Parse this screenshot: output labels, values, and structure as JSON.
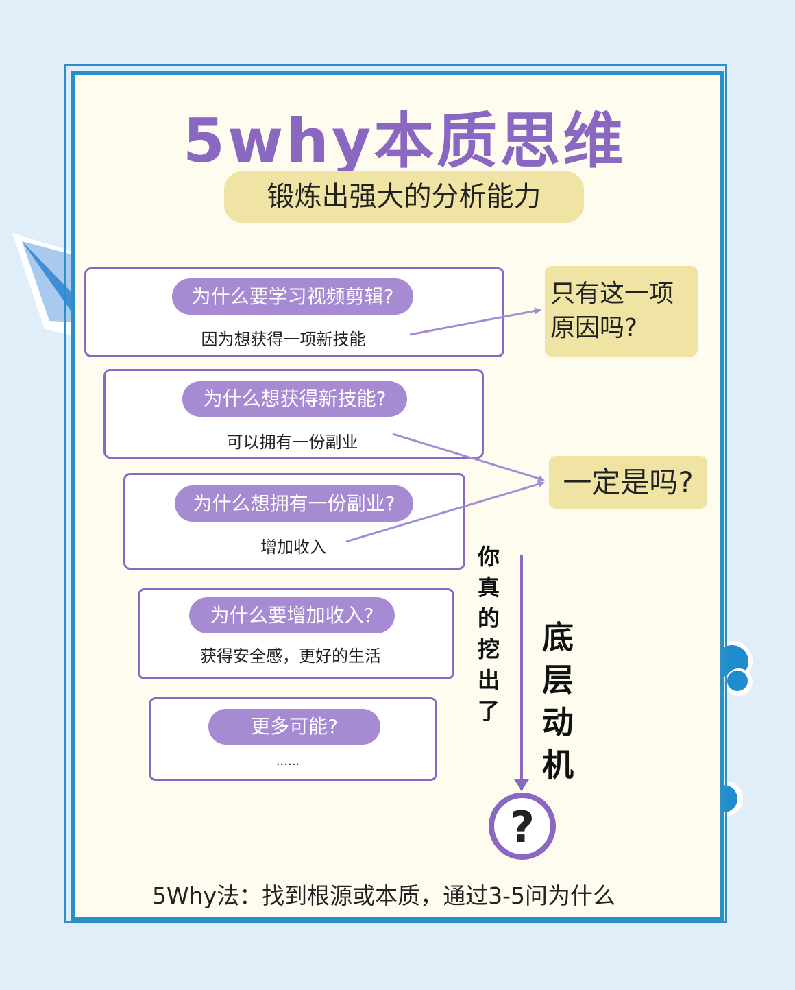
{
  "title": "5why本质思维",
  "subtitle": "锻炼出强大的分析能力",
  "whys": [
    {
      "question": "为什么要学习视频剪辑?",
      "answer": "因为想获得一项新技能"
    },
    {
      "question": "为什么想获得新技能?",
      "answer": "可以拥有一份副业"
    },
    {
      "question": "为什么想拥有一份副业?",
      "answer": "增加收入"
    },
    {
      "question": "为什么要增加收入?",
      "answer": "获得安全感，更好的生活"
    },
    {
      "question": "更多可能?",
      "answer": "......"
    }
  ],
  "notes": {
    "only_reason_line1": "只有这一项",
    "only_reason_line2": "原因吗?",
    "really": "一定是吗?"
  },
  "vertical_question": "你真的挖出了",
  "root_motive": "底层动机",
  "question_mark": "?",
  "footer": "5Why法：找到根源或本质，通过3-5问为什么",
  "colors": {
    "purple": "#8a68c2",
    "pill": "#a68bd2",
    "yellow": "#efe4a3",
    "frame": "#2b8fc8",
    "paper": "#fdfcef"
  }
}
